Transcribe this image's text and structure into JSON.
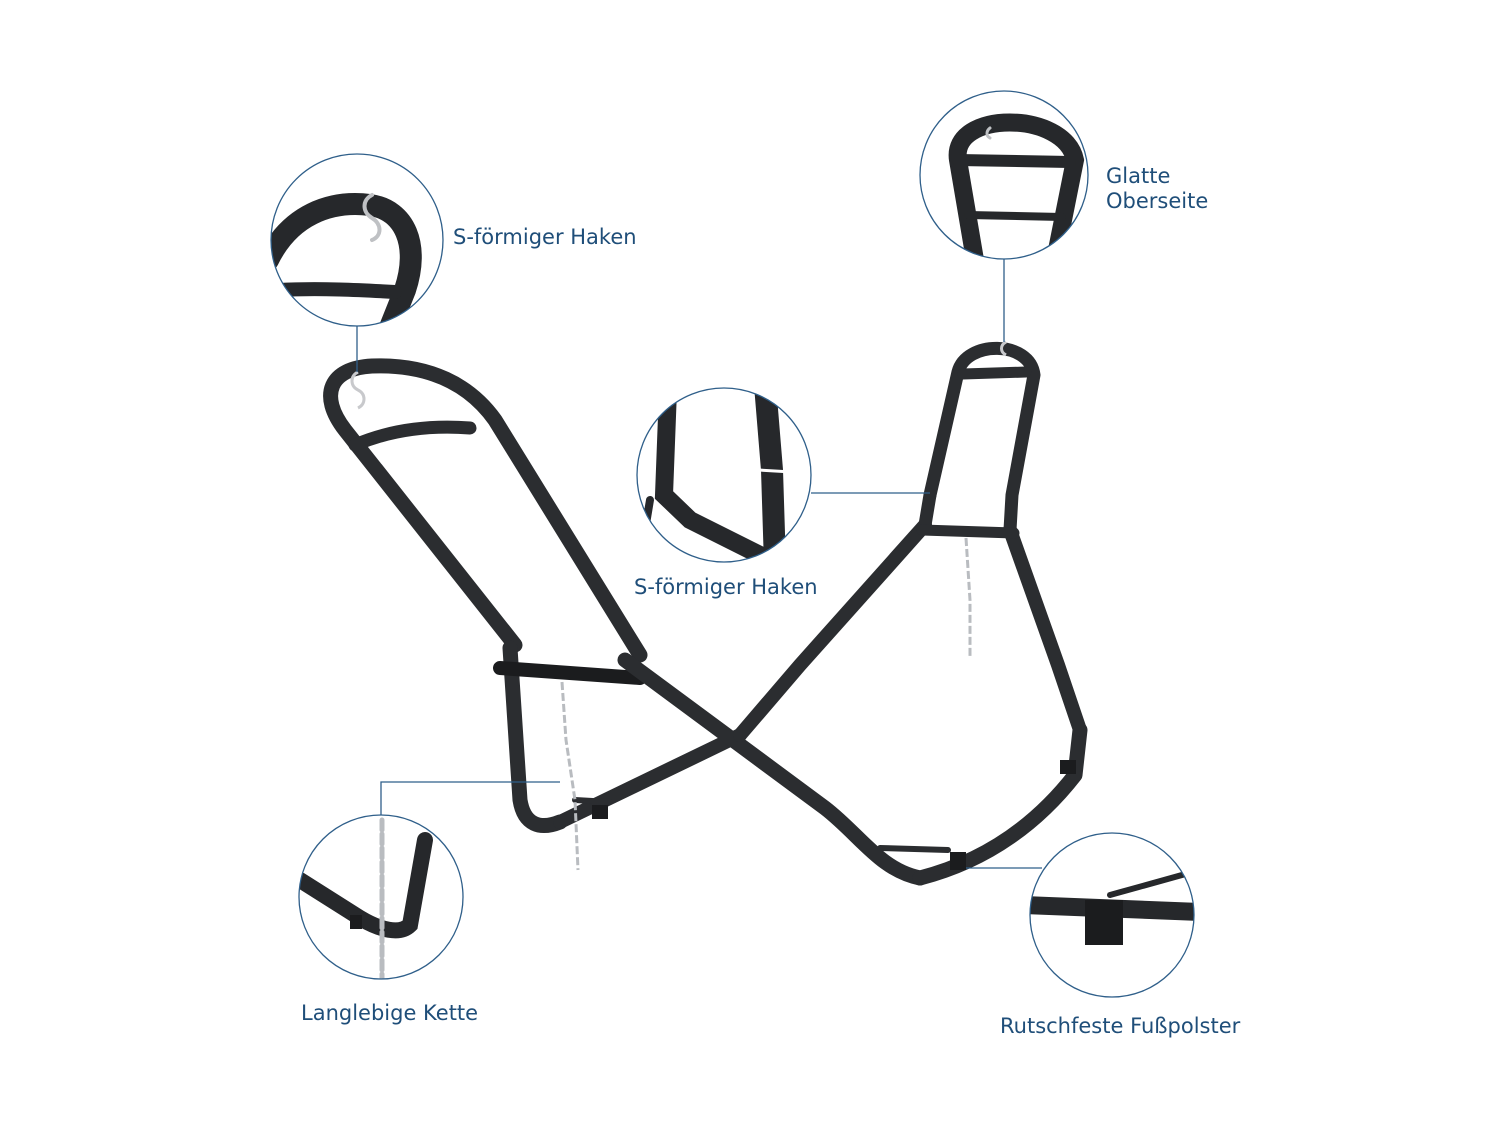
{
  "callouts": {
    "top_left": "S-förmiger Haken",
    "top_right_line1": "Glatte",
    "top_right_line2": "Oberseite",
    "middle": "S-förmiger Haken",
    "bottom_left": "Langlebige Kette",
    "bottom_right": "Rutschfeste Fußpolster"
  },
  "colors": {
    "frame": "#2b2d30",
    "frame_dark": "#1b1c1e",
    "callout_line": "#2f5f8a",
    "label": "#1f4e79",
    "chain": "#b9bcc0"
  }
}
